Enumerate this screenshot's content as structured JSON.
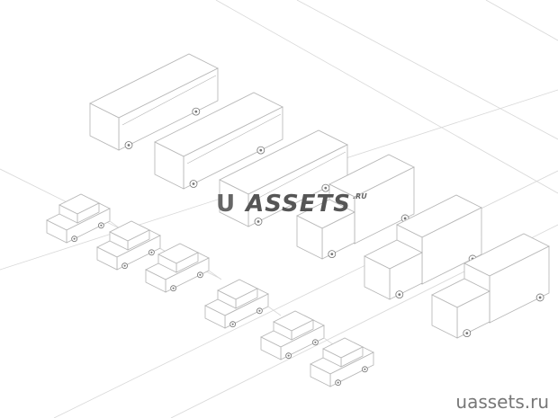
{
  "logo": {
    "u": "U",
    "assets": "ASSETS",
    "ru": ".RU"
  },
  "site": "uassets.ru",
  "colors": {
    "line": "#b4b4b4",
    "ground": "#d8d8d8",
    "text": "#666666"
  }
}
